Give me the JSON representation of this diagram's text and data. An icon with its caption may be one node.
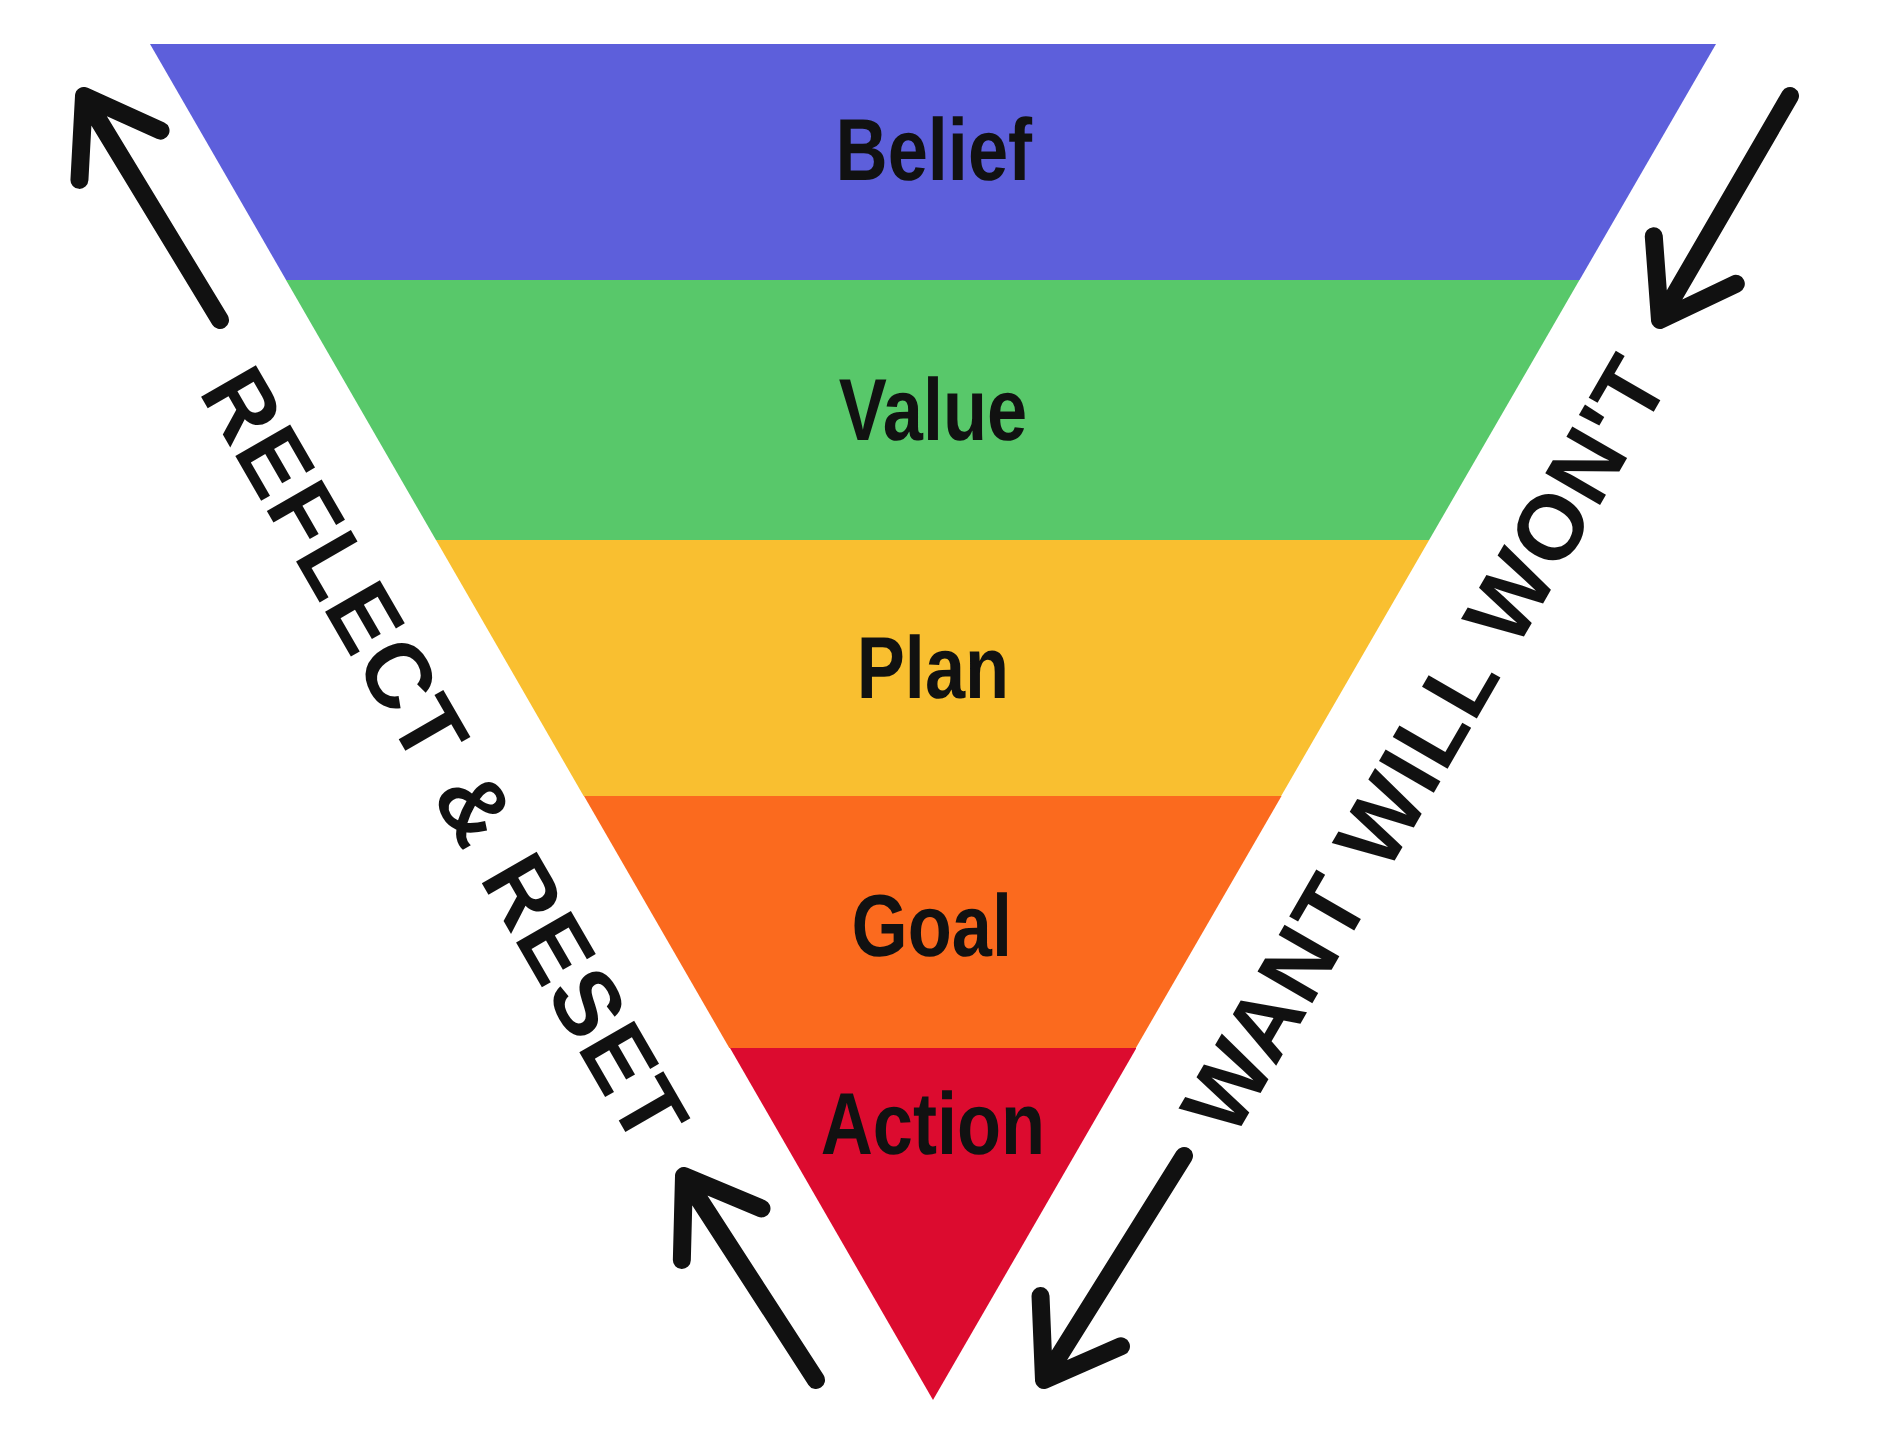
{
  "diagram": {
    "nodes": [
      {
        "text": [
          "Belief"
        ]
      },
      {
        "text": [
          "Value"
        ]
      },
      {
        "text": [
          "Plan"
        ]
      },
      {
        "text": [
          "Goal"
        ]
      },
      {
        "text": [
          "Action"
        ]
      }
    ],
    "labels": [
      "REFLECT & RESET",
      "WANT WILL WON'T"
    ]
  }
}
